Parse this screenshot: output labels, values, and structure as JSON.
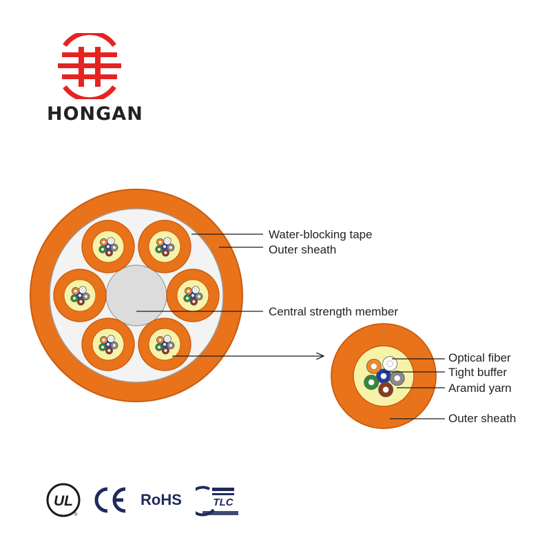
{
  "brand": {
    "name": "HONGAN",
    "logo_color": "#e52421"
  },
  "colors": {
    "jacket": "#e8731a",
    "jacket_dark": "#c95a0c",
    "jacket_light": "#f39a4a",
    "aramid": "#f6f2a8",
    "tape": "#f3f3f3",
    "central_member": "#dcdcdc",
    "fiber_blue": "#1e3ea8",
    "fiber_orange": "#ef8a2a",
    "fiber_green": "#2f8a3a",
    "fiber_brown": "#8b3a1e",
    "fiber_slate": "#8a8a8a",
    "fiber_white": "#ffffff",
    "line": "#1a1a1a"
  },
  "labels": {
    "water_blocking_tape": "Water-blocking tape",
    "outer_sheath_main": "Outer sheath",
    "central_strength_member": "Central strength member",
    "optical_fiber": "Optical fiber",
    "tight_buffer": "Tight buffer",
    "aramid_yarn": "Aramid yarn",
    "outer_sheath_sub": "Outer sheath"
  },
  "certifications": [
    {
      "name": "UL",
      "icon": "ul-mark-icon"
    },
    {
      "name": "CE",
      "icon": "ce-mark-icon"
    },
    {
      "name": "RoHS",
      "icon": "rohs-mark-icon"
    },
    {
      "name": "TLC",
      "icon": "tlc-mark-icon"
    }
  ]
}
